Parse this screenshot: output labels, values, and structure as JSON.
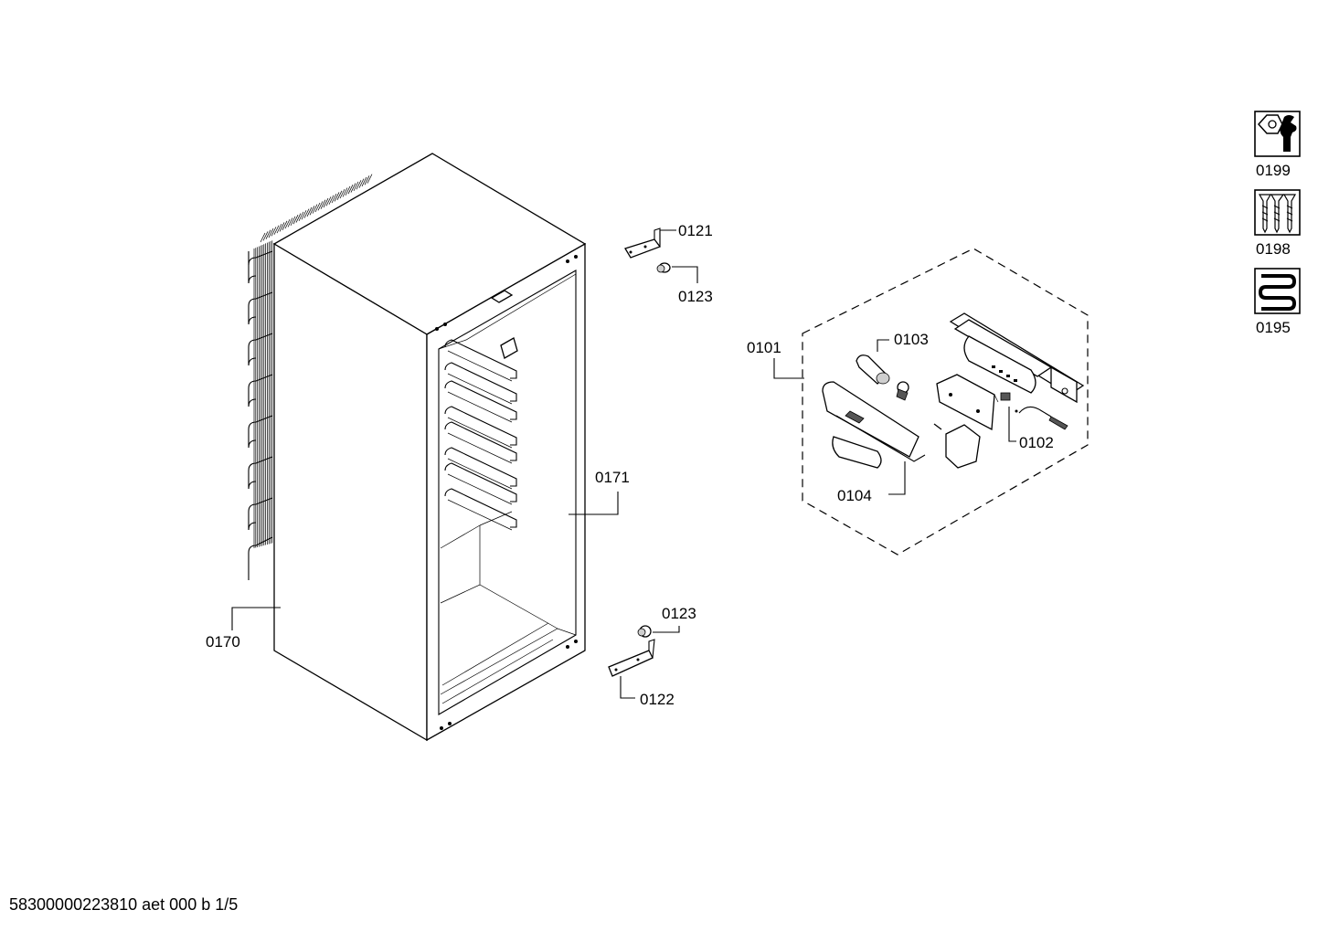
{
  "callouts": {
    "c0121": "0121",
    "c0123_top": "0123",
    "c0171": "0171",
    "c0170": "0170",
    "c0123_bottom": "0123",
    "c0122": "0122",
    "c0101": "0101",
    "c0103": "0103",
    "c0102": "0102",
    "c0104": "0104"
  },
  "legend": {
    "item1": {
      "code": "0199",
      "icon": "wrench-nut-icon"
    },
    "item2": {
      "code": "0198",
      "icon": "screws-icon"
    },
    "item3": {
      "code": "0195",
      "icon": "tube-coil-icon"
    }
  },
  "footer": {
    "text": "58300000223810 aet 000 b 1/5"
  }
}
